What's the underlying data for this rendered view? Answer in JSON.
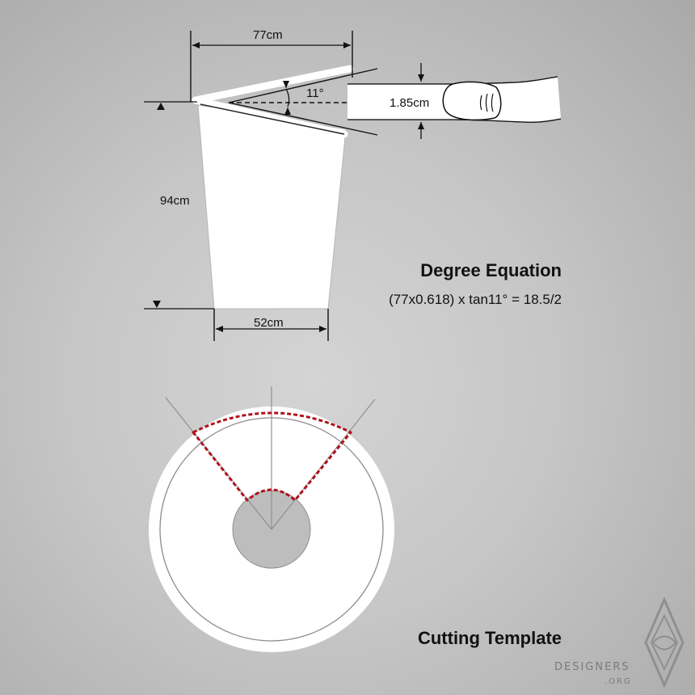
{
  "cup_diagram": {
    "width_top": "77cm",
    "angle": "11°",
    "gap": "1.85cm",
    "height": "94cm",
    "width_bottom": "52cm"
  },
  "degree_equation": {
    "title": "Degree Equation",
    "formula": "(77x0.618) x tan11° = 18.5/2"
  },
  "cutting_template": {
    "title": "Cutting Template"
  },
  "watermark": {
    "brand": "DESIGNERS",
    "suffix": ".ORG"
  },
  "colors": {
    "cut_line": "#b0101a",
    "paper": "#ffffff",
    "outline": "#8c8c8c",
    "hole": "#bdbdbd"
  }
}
